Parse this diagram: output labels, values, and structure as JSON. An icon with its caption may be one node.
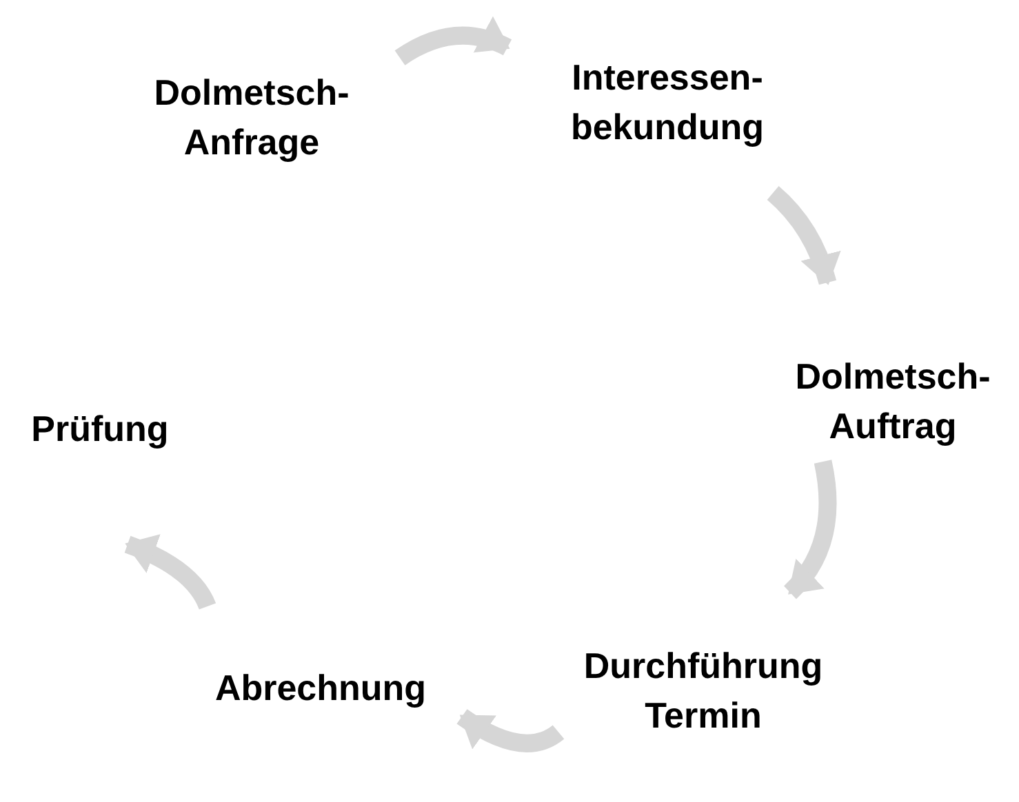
{
  "diagram": {
    "nodes": [
      {
        "text": [
          "Dolmetsch- Anfrage"
        ]
      },
      {
        "text": [
          "Interessen- bekundung"
        ]
      },
      {
        "text": [
          "Dolmetsch- Auftrag"
        ]
      },
      {
        "text": [
          "Durchführung Termin"
        ]
      },
      {
        "text": [
          "Abrechnung"
        ]
      },
      {
        "text": [
          "Prüfung"
        ]
      }
    ],
    "edges": [
      {
        "from": 0,
        "to": 1,
        "arrow": "to"
      },
      {
        "from": 1,
        "to": 2,
        "arrow": "to"
      },
      {
        "from": 2,
        "to": 3,
        "arrow": "to"
      },
      {
        "from": 3,
        "to": 4,
        "arrow": "to"
      },
      {
        "from": 4,
        "to": 5,
        "arrow": "to"
      }
    ]
  }
}
